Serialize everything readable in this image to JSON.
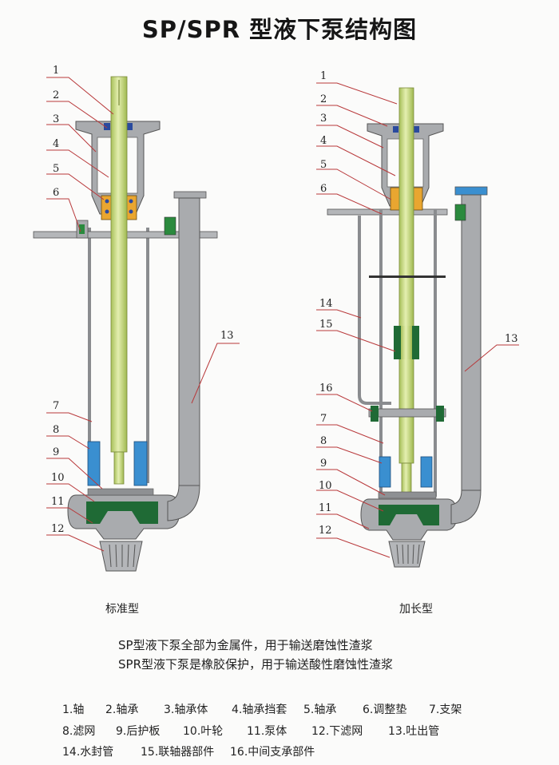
{
  "title": "SP/SPR 型液下泵结构图",
  "diagrams": [
    {
      "caption": "标准型",
      "callouts": [
        "1",
        "2",
        "3",
        "4",
        "5",
        "6",
        "7",
        "8",
        "9",
        "10",
        "11",
        "12",
        "13"
      ]
    },
    {
      "caption": "加长型",
      "callouts": [
        "1",
        "2",
        "3",
        "4",
        "5",
        "6",
        "14",
        "15",
        "16",
        "7",
        "8",
        "9",
        "10",
        "11",
        "12",
        "13"
      ]
    }
  ],
  "descriptions": [
    "SP型液下泵全部为金属件，用于输送磨蚀性渣浆",
    "SPR型液下泵是橡胶保护，用于输送酸性磨蚀性渣浆"
  ],
  "legend": [
    [
      "1.轴",
      "2.轴承",
      "3.轴承体",
      "4.轴承挡套",
      "5.轴承",
      "6.调整垫",
      "7.支架"
    ],
    [
      "8.滤网",
      "9.后护板",
      "10.叶轮",
      "11.泵体",
      "12.下滤网",
      "13.吐出管"
    ],
    [
      "14.水封管",
      "15.联轴器部件",
      "16.中间支承部件"
    ]
  ],
  "colors": {
    "shaft": "#cfe08a",
    "casing": "#a9abae",
    "impeller": "#1f6a35",
    "strainer": "#3a8fd0",
    "bearing": "#e9a630",
    "leader": "#b8383a"
  }
}
